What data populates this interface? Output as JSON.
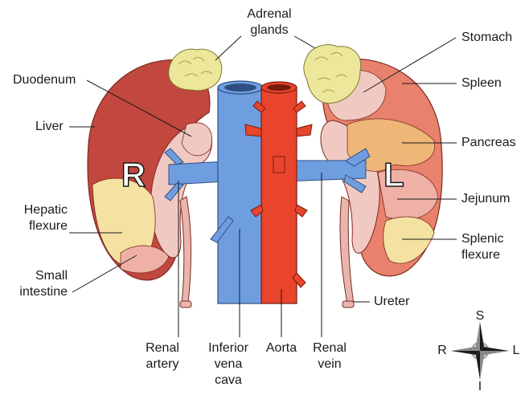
{
  "side_letters": {
    "right": "R",
    "left": "L"
  },
  "labels": {
    "adrenal_glands": [
      "Adrenal",
      "glands"
    ],
    "duodenum": "Duodenum",
    "liver": "Liver",
    "hepatic_flexure": [
      "Hepatic",
      "flexure"
    ],
    "small_intestine": [
      "Small",
      "intestine"
    ],
    "stomach": "Stomach",
    "spleen": "Spleen",
    "pancreas": "Pancreas",
    "jejunum": "Jejunum",
    "splenic_flexure": [
      "Splenic",
      "flexure"
    ],
    "ureter": "Ureter",
    "renal_artery": [
      "Renal",
      "artery"
    ],
    "inferior_vena_cava": [
      "Inferior",
      "vena",
      "cava"
    ],
    "aorta": "Aorta",
    "renal_vein": [
      "Renal",
      "vein"
    ]
  },
  "compass": {
    "north": "S",
    "west": "R",
    "east": "L",
    "south": "I"
  },
  "colors": {
    "vena_cava": "#6f9ee0",
    "aorta": "#e8452c",
    "liver": "#c2473e",
    "adrenal": "#ece79a",
    "kidney_light": "#f1c9c3",
    "pancreas": "#efb777",
    "spleen": "#e8826c",
    "yellow_region": "#f5e2a2"
  }
}
